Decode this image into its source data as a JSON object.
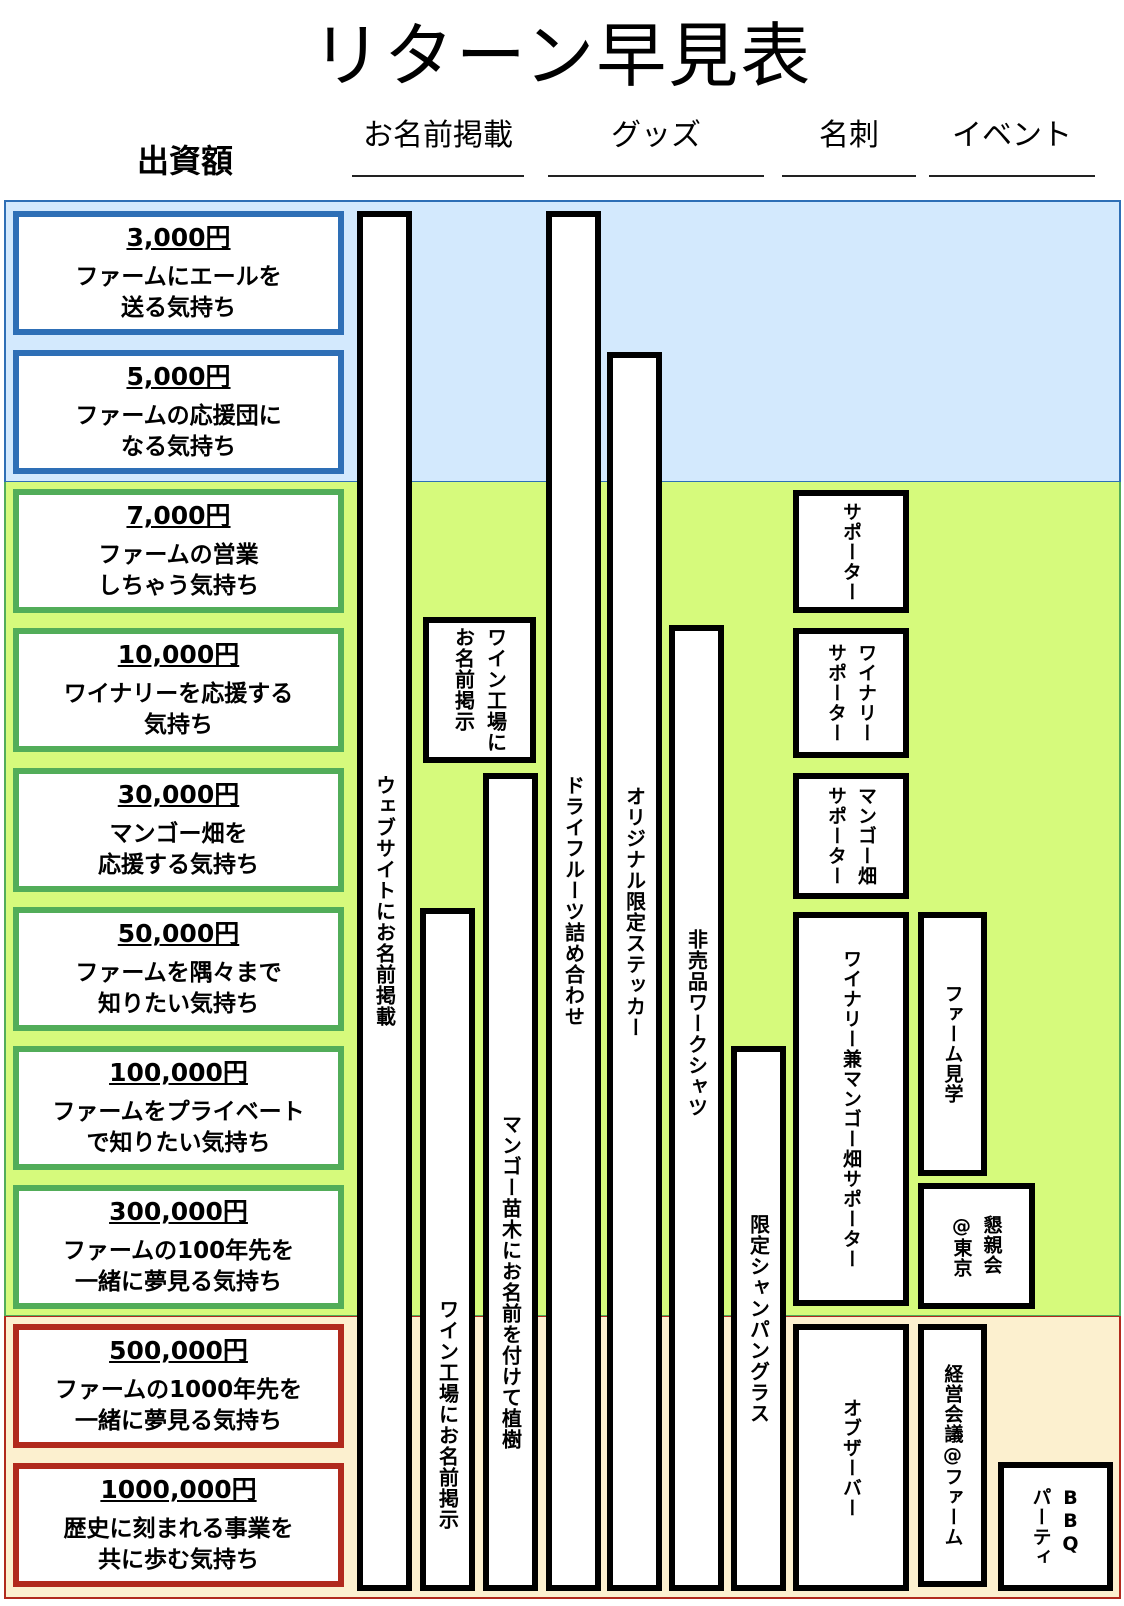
{
  "title": "リターン早見表",
  "amount_header": "出資額",
  "columns": [
    {
      "key": "name",
      "label": "お名前掲載"
    },
    {
      "key": "goods",
      "label": "グッズ"
    },
    {
      "key": "card",
      "label": "名刺"
    },
    {
      "key": "event",
      "label": "イベント"
    }
  ],
  "band_colors": {
    "blue": "#d3e9fd",
    "green": "#d6fa7c",
    "cream": "#fcf0cf"
  },
  "tiers": [
    {
      "amount": "3,000円",
      "description": "ファームにエールを\n送る気持ち",
      "group": "blue"
    },
    {
      "amount": "5,000円",
      "description": "ファームの応援団に\nなる気持ち",
      "group": "blue"
    },
    {
      "amount": "7,000円",
      "description": "ファームの営業\nしちゃう気持ち",
      "group": "green"
    },
    {
      "amount": "10,000円",
      "description": "ワイナリーを応援する\n気持ち",
      "group": "green"
    },
    {
      "amount": "30,000円",
      "description": "マンゴー畑を\n応援する気持ち",
      "group": "green"
    },
    {
      "amount": "50,000円",
      "description": "ファームを隅々まで\n知りたい気持ち",
      "group": "green"
    },
    {
      "amount": "100,000円",
      "description": "ファームをプライベート\nで知りたい気持ち",
      "group": "green"
    },
    {
      "amount": "300,000円",
      "description": "ファームの100年先を\n一緒に夢見る気持ち",
      "group": "green"
    },
    {
      "amount": "500,000円",
      "description": "ファームの1000年先を\n一緒に夢見る気持ち",
      "group": "red"
    },
    {
      "amount": "1000,000円",
      "description": "歴史に刻まれる事業を\n共に歩む気持ち",
      "group": "red"
    }
  ],
  "rewards": {
    "name": [
      {
        "label": "ウェブサイトにお名前掲載",
        "from_tier": "3,000円",
        "to_tier": "1000,000円"
      },
      {
        "label": "ワイン工場に\nお名前掲示",
        "from_tier": "10,000円",
        "to_tier": "10,000円"
      },
      {
        "label": "ワイン工場にお名前掲示",
        "from_tier": "50,000円",
        "to_tier": "1000,000円"
      },
      {
        "label": "マンゴー苗木にお名前を付けて植樹",
        "from_tier": "30,000円",
        "to_tier": "1000,000円"
      }
    ],
    "goods": [
      {
        "label": "ドライフルーツ詰め合わせ",
        "from_tier": "3,000円",
        "to_tier": "1000,000円"
      },
      {
        "label": "オリジナル限定ステッカー",
        "from_tier": "5,000円",
        "to_tier": "1000,000円"
      },
      {
        "label": "非売品ワークシャツ",
        "from_tier": "10,000円",
        "to_tier": "1000,000円"
      },
      {
        "label": "限定シャンパングラス",
        "from_tier": "100,000円",
        "to_tier": "1000,000円"
      }
    ],
    "card": [
      {
        "label": "サポーター",
        "from_tier": "7,000円",
        "to_tier": "7,000円"
      },
      {
        "label": "ワイナリー\nサポーター",
        "from_tier": "10,000円",
        "to_tier": "10,000円"
      },
      {
        "label": "マンゴー畑\nサポーター",
        "from_tier": "30,000円",
        "to_tier": "30,000円"
      },
      {
        "label": "ワイナリー兼マンゴー畑サポーター",
        "from_tier": "50,000円",
        "to_tier": "300,000円"
      },
      {
        "label": "オブザーバー",
        "from_tier": "500,000円",
        "to_tier": "1000,000円"
      }
    ],
    "event": [
      {
        "label": "ファーム見学",
        "from_tier": "50,000円",
        "to_tier": "100,000円"
      },
      {
        "label": "懇親会\n@東京",
        "from_tier": "300,000円",
        "to_tier": "300,000円"
      },
      {
        "label": "経営会議@ファーム",
        "from_tier": "500,000円",
        "to_tier": "1000,000円"
      },
      {
        "label": "BBQ\nパーティ",
        "from_tier": "1000,000円",
        "to_tier": "1000,000円"
      }
    ]
  }
}
